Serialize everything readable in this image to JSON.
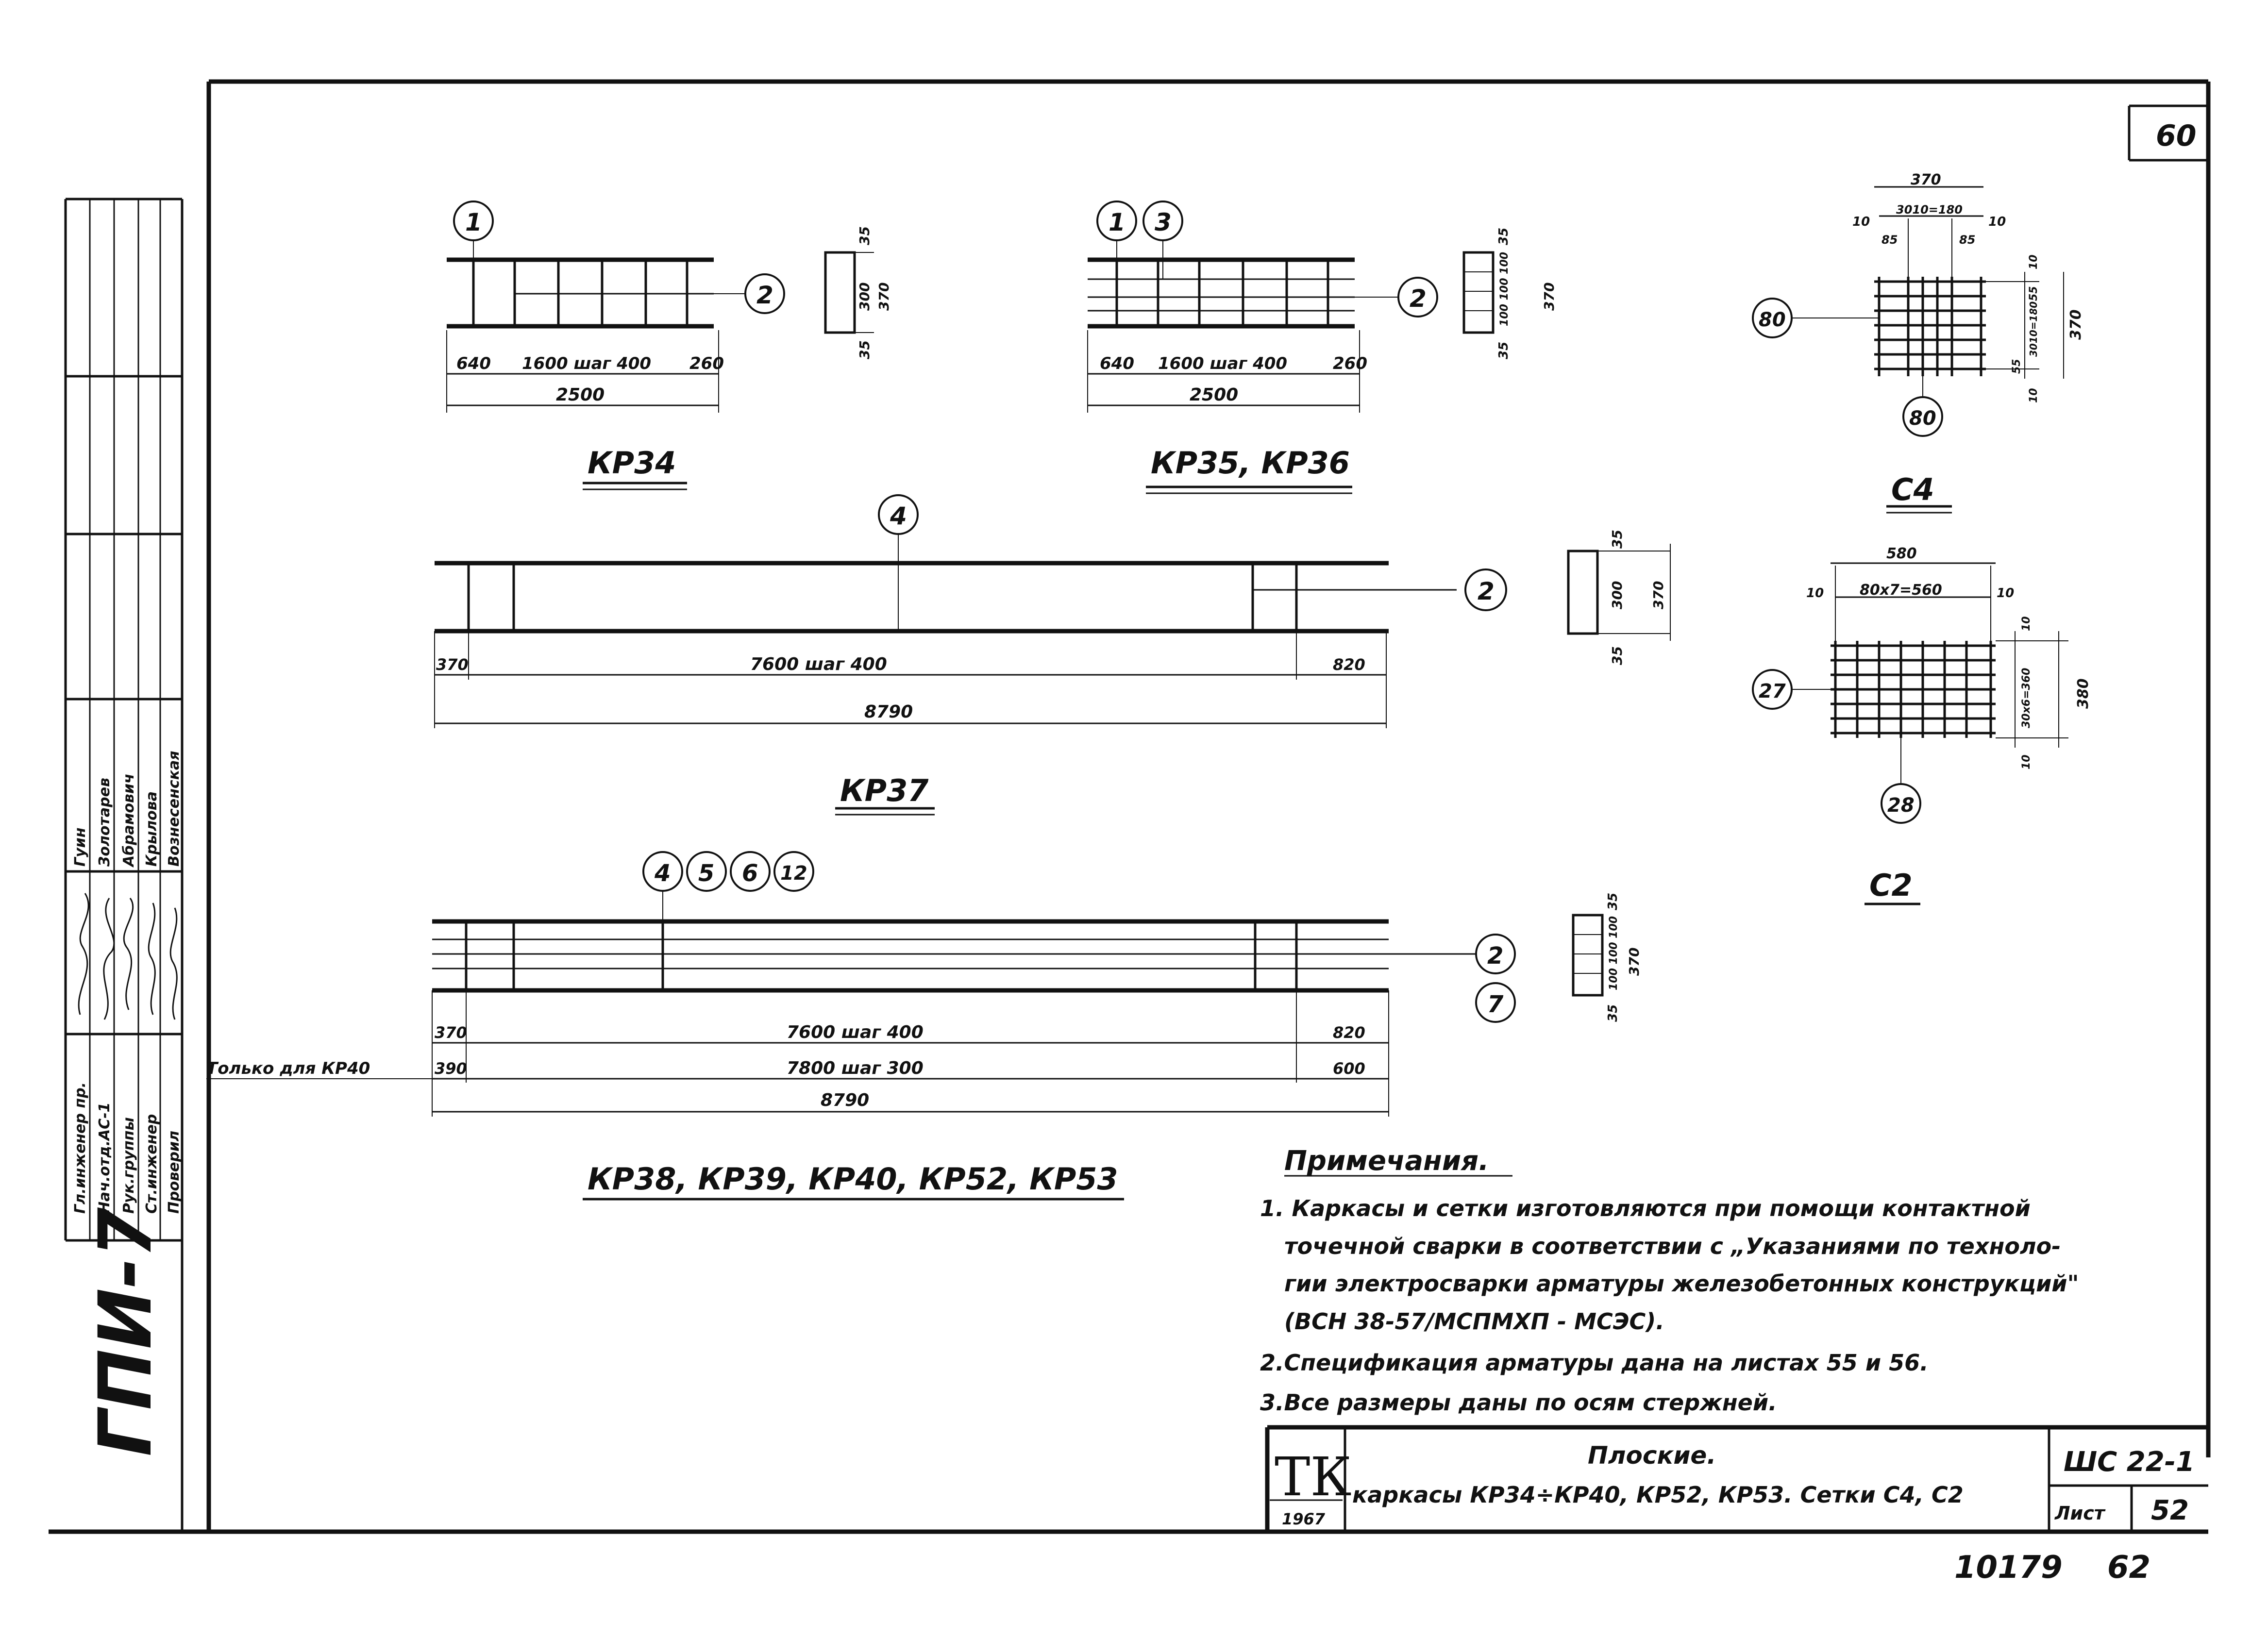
{
  "sheet": {
    "page_corner": "60",
    "left_code": "ГПИ-7",
    "bottom_numbers": [
      "10179",
      "62"
    ]
  },
  "stamp_left": {
    "roles": [
      "Гл.инженер пр.",
      "Нач.отд.АС-1",
      "Рук.группы",
      "Ст.инженер",
      "Проверил"
    ],
    "names": [
      "Гуин",
      "Золотарев",
      "Абрамович",
      "Крылова",
      "Вознесенская"
    ]
  },
  "kr34": {
    "title": "КР34",
    "bubbles": [
      "1",
      "2"
    ],
    "dims": {
      "left": "640",
      "mid": "1600 шаг 400",
      "right": "260",
      "total": "2500"
    },
    "side": {
      "top": "35",
      "mid": "300",
      "bot": "35",
      "overall": "370"
    }
  },
  "kr35": {
    "title": "КР35, КР36",
    "bubbles": [
      "1",
      "3",
      "2"
    ],
    "dims": {
      "left": "640",
      "mid": "1600 шаг 400",
      "right": "260",
      "total": "2500"
    },
    "side": {
      "top": "35",
      "mid": "100 100 100",
      "bot": "35",
      "overall": "370"
    }
  },
  "c4": {
    "title": "С4",
    "bubbles": [
      "80",
      "80"
    ],
    "dims": {
      "top_total": "370",
      "top_inner": "3010=180",
      "top_edge_l": "10",
      "top_edge_r": "10",
      "sub_l": "85",
      "sub_r": "85",
      "right_edge_t": "10",
      "right_a": "55",
      "right_b": "3010=180",
      "right_c": "55",
      "right_edge_b": "10",
      "overall": "370"
    }
  },
  "kr37": {
    "title": "КР37",
    "bubbles": [
      "4",
      "2"
    ],
    "dims": {
      "left": "370",
      "mid": "7600 шаг 400",
      "right": "820",
      "total": "8790"
    },
    "side": {
      "top": "35",
      "mid": "300",
      "bot": "35",
      "overall": "370"
    }
  },
  "c2": {
    "title": "С2",
    "bubbles": [
      "27",
      "28"
    ],
    "dims": {
      "top_total": "580",
      "top_inner": "80х7=560",
      "top_edge_l": "10",
      "top_edge_r": "10",
      "right_edge_t": "10",
      "right_mid": "30х6=360",
      "right_edge_b": "10",
      "overall": "380"
    }
  },
  "kr38": {
    "title": "КР38, КР39, КР40, КР52, КР53",
    "bubbles": [
      "4",
      "5",
      "6",
      "12",
      "2",
      "7"
    ],
    "only_for": "Только для КР40",
    "dims": {
      "row1_left": "370",
      "row1_mid": "7600 шаг 400",
      "row1_right": "820",
      "row2_left": "390",
      "row2_mid": "7800 шаг 300",
      "row2_right": "600",
      "total": "8790"
    },
    "side": {
      "top": "35",
      "mid": "100 100 100",
      "bot": "35",
      "overall": "370"
    }
  },
  "notes": {
    "heading": "Примечания.",
    "lines": [
      "1. Каркасы и сетки изготовляются при помощи контактной",
      "точечной сварки в соответствии с „Указаниями по техноло-",
      "гии электросварки арматуры железобетонных конструкций\"",
      "(ВСН 38-57/МСПМХП - МСЭС).",
      "2.Спецификация арматуры дана на листах 55 и 56.",
      "3.Все размеры даны по осям стержней."
    ]
  },
  "title_block": {
    "logo": "ТК",
    "year": "1967",
    "title_line1": "Плоские.",
    "title_line2": "каркасы КР34÷КР40, КР52, КР53. Сетки С4, С2",
    "code": "ШС 22-1",
    "sheet_label": "Лист",
    "sheet_no": "52"
  }
}
